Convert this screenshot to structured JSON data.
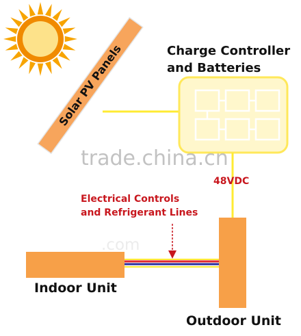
{
  "labels": {
    "solar_panels": "Solar PV Panels",
    "charge_controller_line1": "Charge Controller",
    "charge_controller_line2": "and Batteries",
    "voltage": "48VDC",
    "electrical_line1": "Electrical Controls",
    "electrical_line2": "and Refrigerant Lines",
    "indoor_unit": "Indoor Unit",
    "outdoor_unit": "Outdoor Unit"
  },
  "watermarks": {
    "main": "trade.china.cn",
    "secondary": ".com"
  },
  "colors": {
    "sun_rays": "#f7a400",
    "sun_core_outer": "#f08a00",
    "sun_core_inner": "#fde28a",
    "panel": "#f7a55c",
    "unit": "#f7a048",
    "power_line": "#ffeb33",
    "refrigerant_red": "#e0262e",
    "refrigerant_blue": "#2b2f9e",
    "annotation_text": "#c8171e",
    "battery_outline": "#ffffff"
  }
}
